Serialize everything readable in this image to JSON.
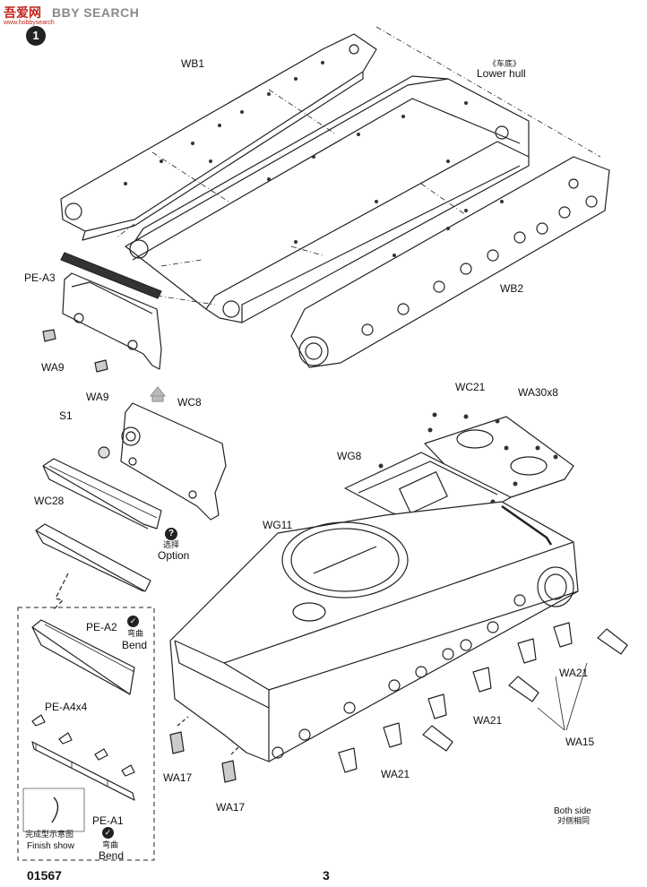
{
  "watermark": {
    "chinese": "吾爱网",
    "url": "www.hobbysearch",
    "english": "BBY SEARCH"
  },
  "step_number": "1",
  "labels": {
    "wb1": "WB1",
    "lower_hull_cn": "《车底》",
    "lower_hull": "Lower hull",
    "pe_a3": "PE-A3",
    "wb2": "WB2",
    "wa9_a": "WA9",
    "wa9_b": "WA9",
    "wc21": "WC21",
    "wa30": "WA30x8",
    "s1": "S1",
    "wc8": "WC8",
    "wg8": "WG8",
    "wc28": "WC28",
    "option_cn": "选择",
    "option": "Option",
    "wg11": "WG11",
    "pe_a2": "PE-A2",
    "bend_cn_1": "弯曲",
    "bend_1": "Bend",
    "pe_a4": "PE-A4x4",
    "wa21_a": "WA21",
    "wa21_b": "WA21",
    "wa21_c": "WA21",
    "wa15": "WA15",
    "wa17_a": "WA17",
    "wa17_b": "WA17",
    "finish_cn": "完成型示意图",
    "finish": "Finish show",
    "pe_a1": "PE-A1",
    "bend_cn_2": "弯曲",
    "bend_2": "Bend",
    "both_side": "Both side",
    "both_side_cn": "对侧相同"
  },
  "footer": {
    "code": "01567",
    "page": "3"
  }
}
